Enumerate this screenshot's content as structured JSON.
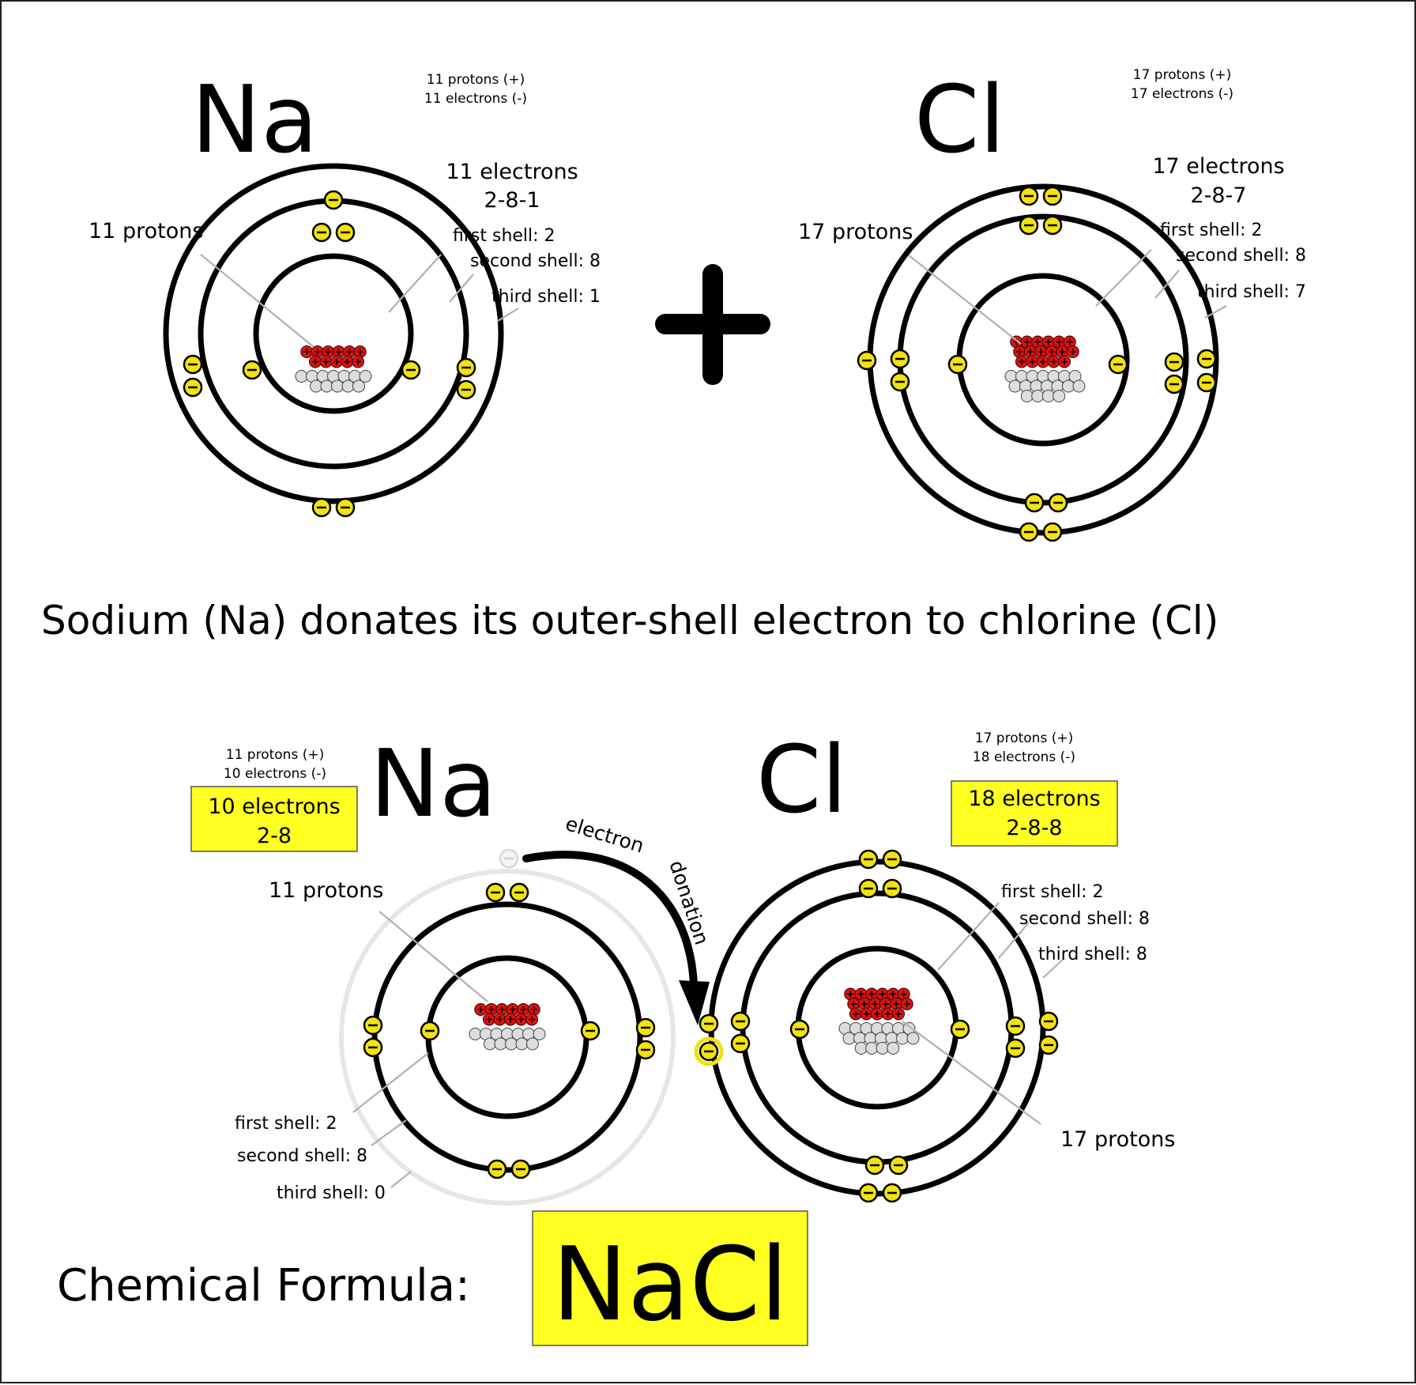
{
  "colors": {
    "orbit": "#000000",
    "ghost_orbit": "#e6e6e6",
    "electron_fill": "#f2e20e",
    "highlight_box": "#ffff22",
    "proton": "#dd1111",
    "neutron": "#dddddd",
    "leader_line": "#b0b0b0"
  },
  "top": {
    "na": {
      "symbol": "Na",
      "counts_line1": "11 protons (+)",
      "counts_line2": "11 electrons (-)",
      "electrons_title": "11 electrons",
      "config": "2-8-1",
      "protons_label": "11 protons",
      "shell1": "first shell: 2",
      "shell2": "second shell: 8",
      "shell3": "third shell: 1"
    },
    "plus": "+",
    "cl": {
      "symbol": "Cl",
      "counts_line1": "17 protons (+)",
      "counts_line2": "17 electrons (-)",
      "electrons_title": "17 electrons",
      "config": "2-8-7",
      "protons_label": "17 protons",
      "shell1": "first shell: 2",
      "shell2": "second shell: 8",
      "shell3": "third shell: 7"
    }
  },
  "caption": "Sodium (Na) donates its outer-shell electron to chlorine (Cl)",
  "bottom": {
    "na": {
      "symbol": "Na",
      "counts_line1": "11 protons (+)",
      "counts_line2": "10 electrons (-)",
      "electrons_title": "10 electrons",
      "config": "2-8",
      "protons_label": "11 protons",
      "shell1": "first shell: 2",
      "shell2": "second shell: 8",
      "shell3": "third shell: 0"
    },
    "cl": {
      "symbol": "Cl",
      "counts_line1": "17 protons (+)",
      "counts_line2": "18 electrons (-)",
      "electrons_title": "18 electrons",
      "config": "2-8-8",
      "protons_label": "17 protons",
      "shell1": "first shell: 2",
      "shell2": "second shell: 8",
      "shell3": "third shell: 8"
    },
    "arrow_word1": "electron",
    "arrow_word2": "donation"
  },
  "formula": {
    "label": "Chemical Formula:",
    "value": "NaCl"
  },
  "electron_sign": "−",
  "proton_sign": "+"
}
